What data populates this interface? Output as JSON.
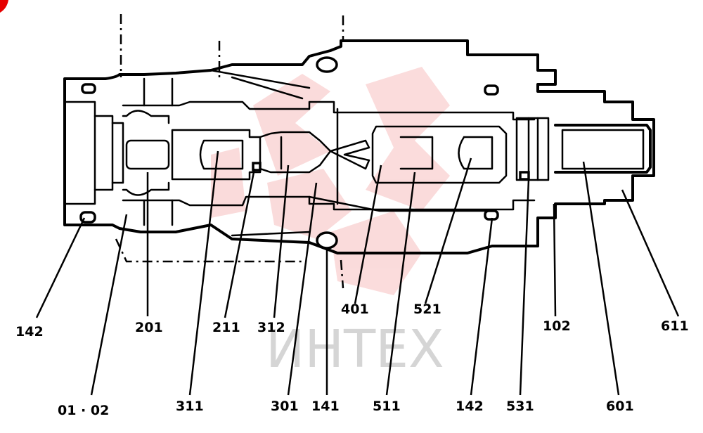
{
  "watermark": {
    "text": "ИНТЕХ",
    "color": "#e60000"
  },
  "labels": {
    "l142a": "142",
    "l0102": "01 · 02",
    "l201": "201",
    "l311": "311",
    "l211": "211",
    "l312": "312",
    "l301": "301",
    "l141": "141",
    "l401": "401",
    "l511": "511",
    "l521": "521",
    "l142b": "142",
    "l531": "531",
    "l102": "102",
    "l601": "601",
    "l611": "611"
  }
}
